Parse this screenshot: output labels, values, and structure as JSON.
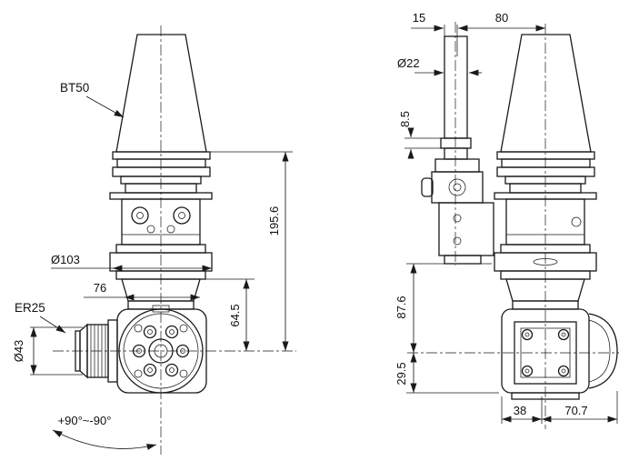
{
  "page": {
    "background": "#ffffff",
    "line_color": "#1a1a1a"
  },
  "front_view": {
    "taper_label": "BT50",
    "flange_diameter": "Ø103",
    "body_width": "76",
    "collet_label": "ER25",
    "collet_diameter": "Ø43",
    "swivel_range": "+90°~-90°",
    "flange_to_axis": "64.5",
    "gauge_to_axis": "195.6"
  },
  "side_view": {
    "offset_top": "15",
    "axis_distance": "80",
    "shaft_diameter": "Ø22",
    "step_height": "8.5",
    "body_height": "87.6",
    "head_bottom_height": "29.5",
    "face_width": "38",
    "head_depth": "70.7"
  }
}
